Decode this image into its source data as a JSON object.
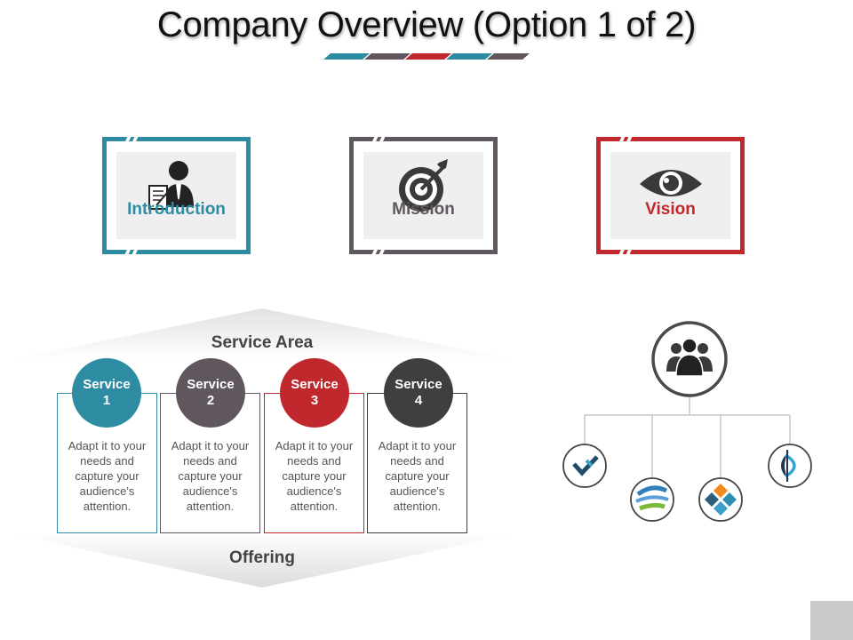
{
  "page": {
    "title": "Company Overview (Option 1 of 2)"
  },
  "colors": {
    "teal": "#2e8ca2",
    "purple": "#5f565e",
    "red": "#c0282d",
    "dark": "#3f3f3f"
  },
  "cards": [
    {
      "label": "Introduction",
      "icon": "businessman-document-icon",
      "color": "#2e8ca2"
    },
    {
      "label": "Mission",
      "icon": "target-arrow-icon",
      "color": "#5f565e"
    },
    {
      "label": "Vision",
      "icon": "eye-icon",
      "color": "#c0282d"
    }
  ],
  "service_panel": {
    "top_label": "Service Area",
    "bottom_label": "Offering",
    "services": [
      {
        "line1": "Service",
        "line2": "1",
        "text": "Adapt it to your needs and capture your audience's attention.",
        "color": "#2e8ca2"
      },
      {
        "line1": "Service",
        "line2": "2",
        "text": "Adapt it to your needs and capture your audience's attention.",
        "color": "#5f565e"
      },
      {
        "line1": "Service",
        "line2": "3",
        "text": "Adapt it to your needs and capture your audience's attention.",
        "color": "#c0282d"
      },
      {
        "line1": "Service",
        "line2": "4",
        "text": "Adapt it to your needs and capture your audience's attention.",
        "color": "#3f3f3f"
      }
    ]
  },
  "org_chart": {
    "root_icon": "team-group-icon",
    "children_icons": [
      "checkmark-logo-icon",
      "globe-swoosh-logo-icon",
      "diamond-tiles-logo-icon",
      "crescent-logo-icon"
    ]
  }
}
